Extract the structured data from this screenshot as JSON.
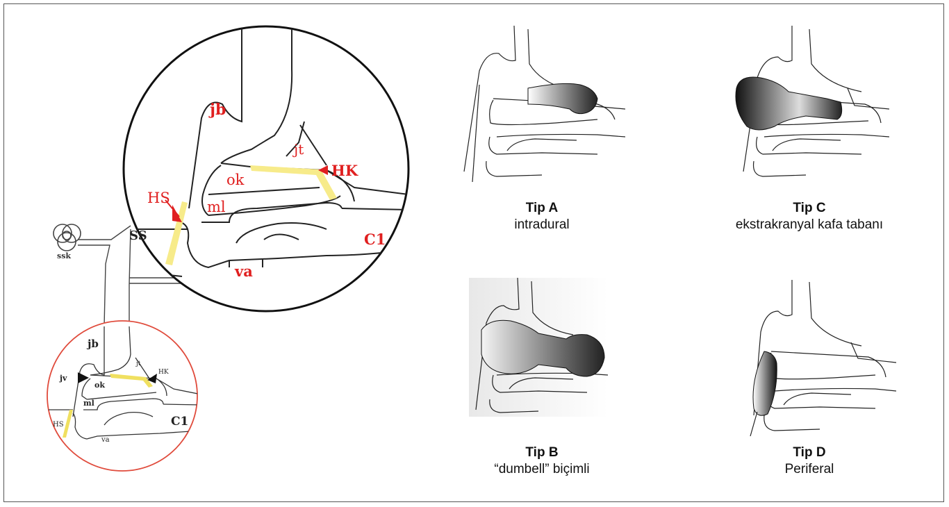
{
  "left_figure": {
    "big_circle_labels": {
      "jb": "jb",
      "jt": "jt",
      "hk": "HK",
      "ok": "ok",
      "ml": "ml",
      "hs": "HS",
      "ss": "SS",
      "va": "va",
      "c1": "C1"
    },
    "ssk_label": "ssk",
    "small_circle_labels": {
      "jb": "jb",
      "jt": "jt",
      "hk": "HK",
      "jv": "jv",
      "ok": "ok",
      "ml": "ml",
      "hs": "HS",
      "va": "va",
      "c1": "C1"
    },
    "colors": {
      "label_red": "#e02020",
      "highlight_yellow": "#f7eb8a",
      "circle_red": "#e04b3c"
    }
  },
  "panels": [
    {
      "title": "Tip A",
      "desc": "intradural"
    },
    {
      "title": "Tip C",
      "desc": "ekstrakranyal kafa tabanı"
    },
    {
      "title": "Tip B",
      "desc": "“dumbell” biçimli"
    },
    {
      "title": "Tip D",
      "desc": "Periferal"
    }
  ]
}
